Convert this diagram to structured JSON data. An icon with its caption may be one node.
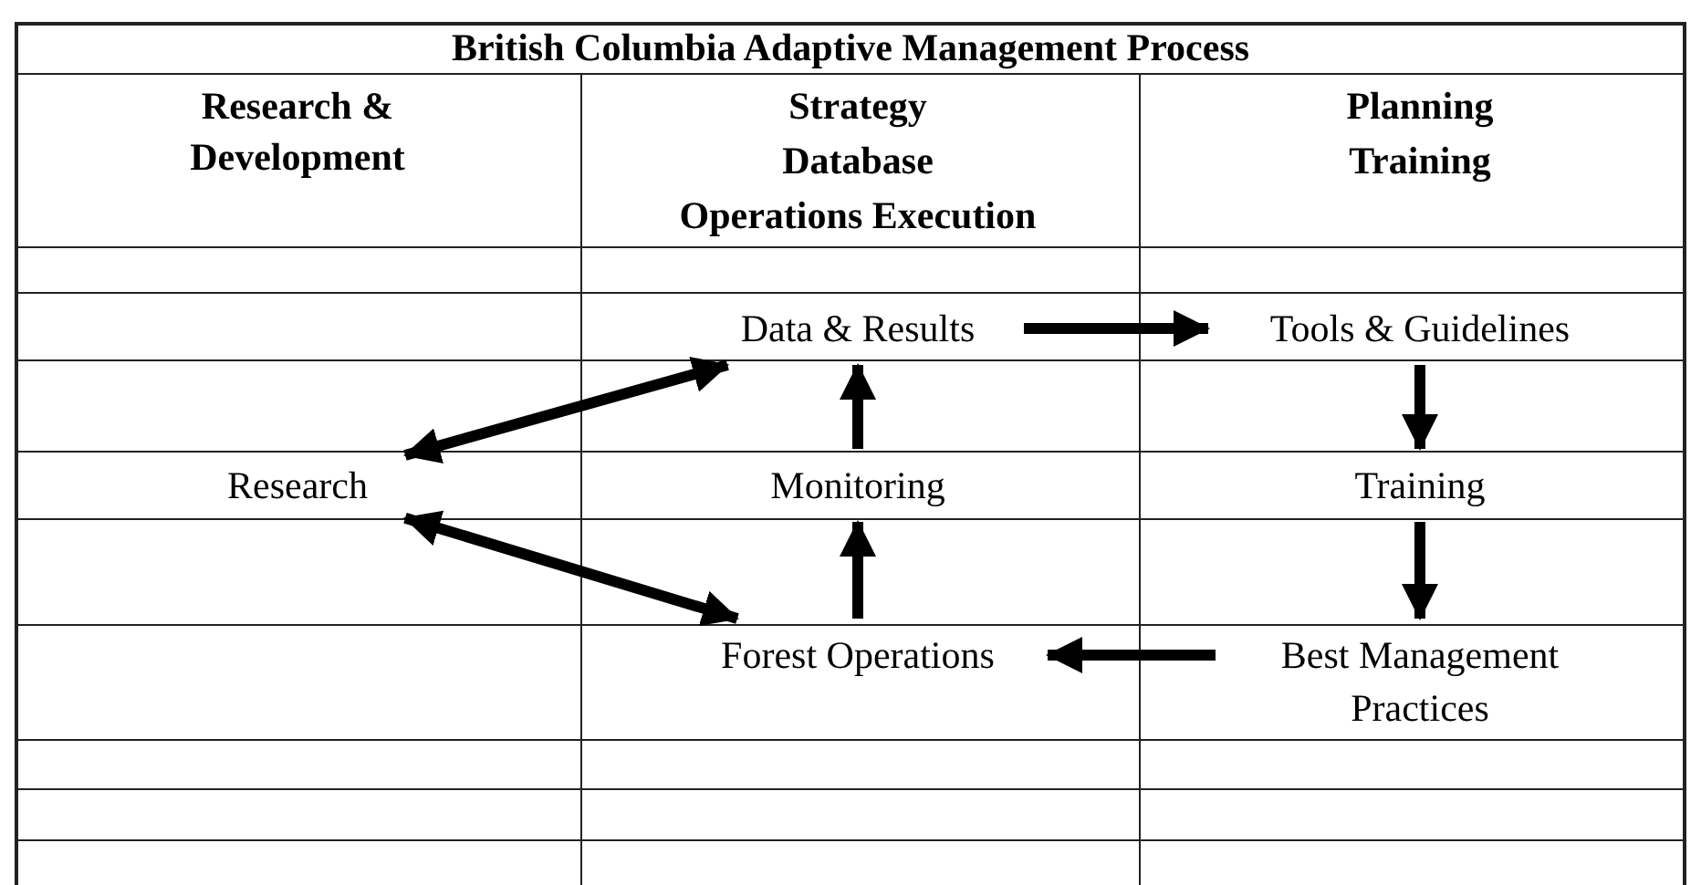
{
  "diagram": {
    "title": "British Columbia Adaptive Management Process",
    "nodes": [
      {
        "text": [
          "Research"
        ]
      },
      {
        "text": [
          "Data & Results"
        ]
      },
      {
        "text": [
          "Monitoring"
        ]
      },
      {
        "text": [
          "Forest Operations"
        ]
      },
      {
        "text": [
          "Tools & Guidelines"
        ]
      },
      {
        "text": [
          "Training"
        ]
      },
      {
        "text": [
          "Best Management Practices"
        ]
      }
    ],
    "edges": [
      {
        "from": 0,
        "to": 1,
        "arrow": "both"
      },
      {
        "from": 0,
        "to": 3,
        "arrow": "both"
      },
      {
        "from": 2,
        "to": 1,
        "arrow": "to"
      },
      {
        "from": 3,
        "to": 2,
        "arrow": "to"
      },
      {
        "from": 1,
        "to": 4,
        "arrow": "to"
      },
      {
        "from": 4,
        "to": 5,
        "arrow": "to"
      },
      {
        "from": 5,
        "to": 6,
        "arrow": "to"
      },
      {
        "from": 6,
        "to": 3,
        "arrow": "to"
      }
    ],
    "labels": [
      "Research & Development",
      "Strategy",
      "Planning",
      "Database",
      "Training",
      "Operations Execution"
    ]
  }
}
